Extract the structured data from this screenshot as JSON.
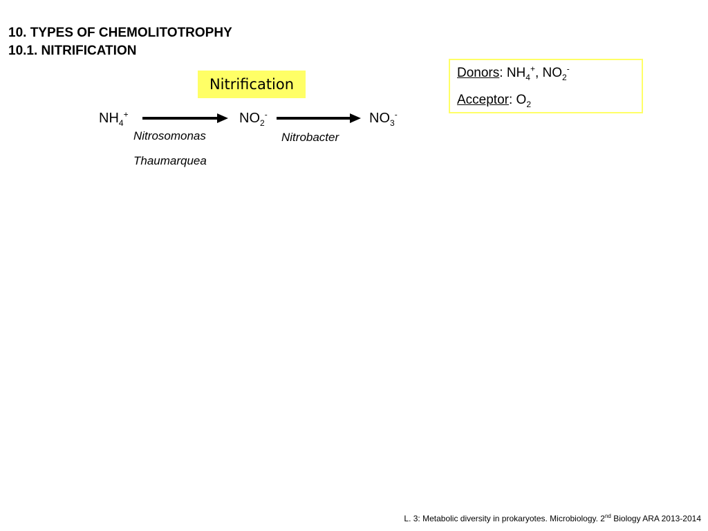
{
  "header": {
    "title": "10. TYPES OF CHEMOLITOTROPHY",
    "subtitle": "10.1. NITRIFICATION"
  },
  "diagram": {
    "badge_label": "Nitrification",
    "badge_color": "#ffff66",
    "nodes": {
      "ammonium": {
        "base": "NH",
        "sub": "4",
        "sup": "+"
      },
      "nitrite": {
        "base": "NO",
        "sub": "2",
        "sup": "-"
      },
      "nitrate": {
        "base": "NO",
        "sub": "3",
        "sup": "-"
      }
    },
    "organisms": {
      "step1_a": "Nitrosomonas",
      "step1_b": "Thaumarquea",
      "step2": "Nitrobacter"
    }
  },
  "info_box": {
    "border_color": "#ffff66",
    "donors_label": "Donors",
    "donors_value_a": {
      "base": "NH",
      "sub": "4",
      "sup": "+"
    },
    "donors_sep": ", ",
    "donors_value_b": {
      "base": "NO",
      "sub": "2",
      "sup": "-"
    },
    "acceptor_label": "Acceptor",
    "acceptor_value": {
      "base": "O",
      "sub": "2"
    }
  },
  "footer": {
    "pre": "L. 3: Metabolic diversity in prokaryotes.  Microbiology. 2",
    "sup": "nd",
    "post": " Biology ARA  2013-2014"
  }
}
